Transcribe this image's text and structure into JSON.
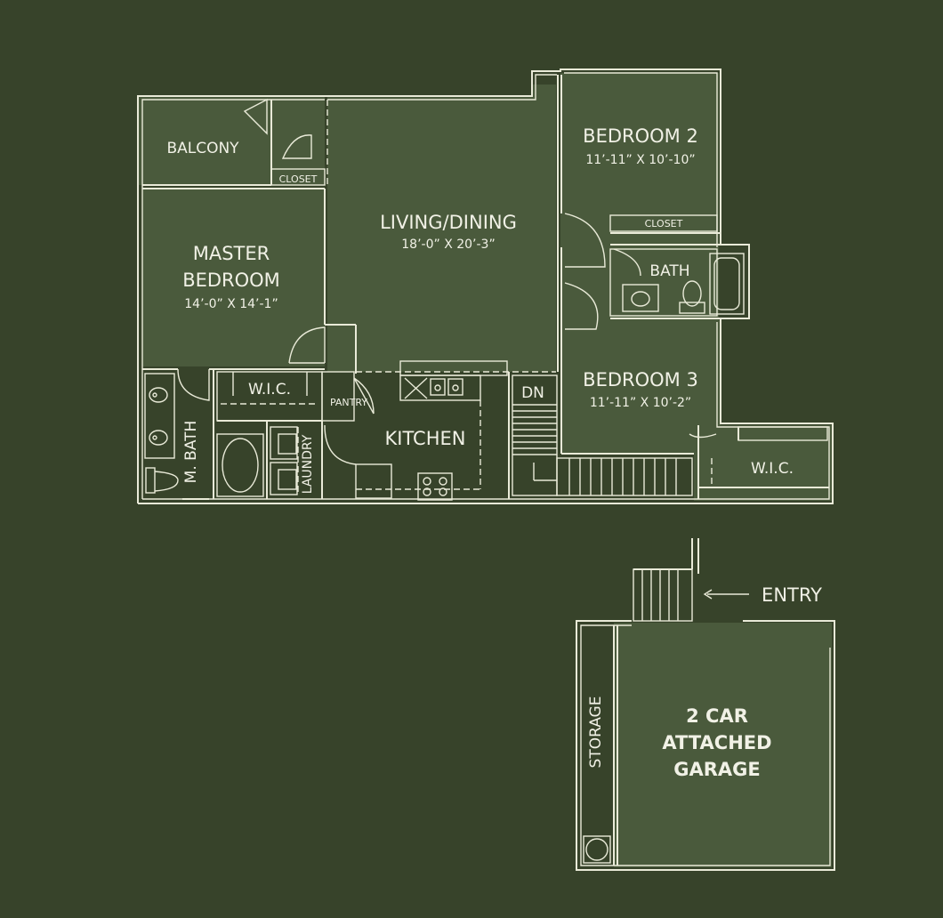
{
  "plan": {
    "rooms": {
      "balcony": "BALCONY",
      "closet_balcony": "CLOSET",
      "master_bedroom_line1": "MASTER",
      "master_bedroom_line2": "BEDROOM",
      "master_bedroom_dim": "14’-0” X 14’-1”",
      "living_dining": "LIVING/DINING",
      "living_dining_dim": "18’-0” X 20’-3”",
      "bedroom2": "BEDROOM 2",
      "bedroom2_dim": "11’-11” X 10’-10”",
      "closet_bedroom2": "CLOSET",
      "bath": "BATH",
      "bedroom3": "BEDROOM 3",
      "bedroom3_dim": "11’-11” X 10’-2”",
      "wic_master": "W.I.C.",
      "pantry": "PANTRY",
      "kitchen": "KITCHEN",
      "dn": "DN",
      "m_bath": "M. BATH",
      "laundry": "LAUNDRY",
      "wic_bedroom3": "W.I.C."
    },
    "garage": {
      "entry": "ENTRY",
      "storage": "STORAGE",
      "title_line1": "2 CAR",
      "title_line2": "ATTACHED",
      "title_line3": "GARAGE"
    },
    "colors": {
      "background": "#37432a",
      "room_fill": "#4a5a3c",
      "line": "#e9ead8"
    }
  }
}
